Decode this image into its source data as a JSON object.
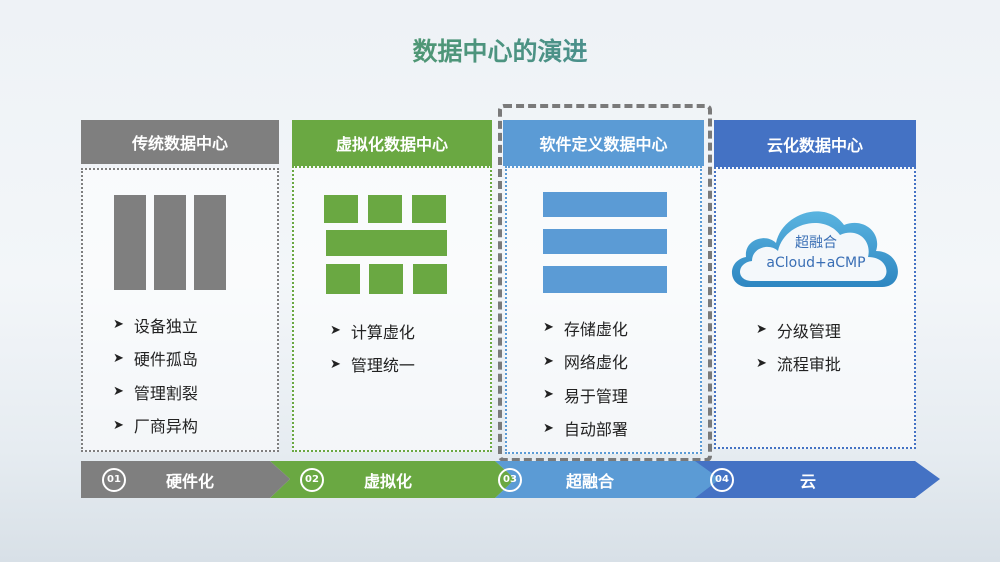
{
  "title": "数据中心的演进",
  "columns": [
    {
      "header": "传统数据中心",
      "items": [
        "设备独立",
        "硬件孤岛",
        "管理割裂",
        "厂商异构"
      ],
      "stage_num": "01",
      "stage": "硬件化",
      "color": "#7f7f7f"
    },
    {
      "header": "虚拟化数据中心",
      "items": [
        "计算虚化",
        "管理统一"
      ],
      "stage_num": "02",
      "stage": "虚拟化",
      "color": "#6aa842"
    },
    {
      "header": "软件定义数据中心",
      "items": [
        "存储虚化",
        "网络虚化",
        "易于管理",
        "自动部署"
      ],
      "stage_num": "03",
      "stage": "超融合",
      "color": "#5b9bd5"
    },
    {
      "header": "云化数据中心",
      "items": [
        "分级管理",
        "流程审批"
      ],
      "stage_num": "04",
      "stage": "云",
      "color": "#4472c4"
    }
  ],
  "cloud": {
    "line1": "超融合",
    "line2": "aCloud+aCMP"
  }
}
